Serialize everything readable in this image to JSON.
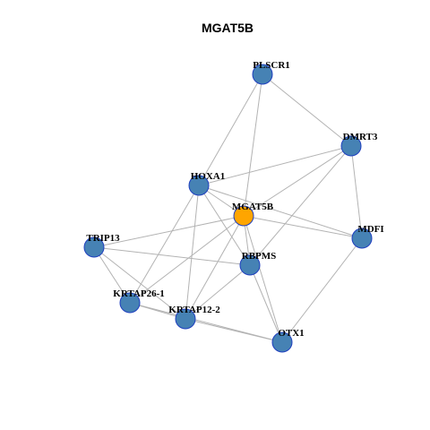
{
  "title": "MGAT5B",
  "colors": {
    "hub_node": "#ffa500",
    "node": "#4682b4",
    "node_border": "#1f3fbf",
    "edge": "#b3b3b3"
  },
  "nodes": [
    {
      "id": "PLSCR1",
      "label": "PLSCR1",
      "hub": false
    },
    {
      "id": "DMRT3",
      "label": "DMRT3",
      "hub": false
    },
    {
      "id": "HOXA1",
      "label": "HOXA1",
      "hub": false
    },
    {
      "id": "MGAT5B",
      "label": "MGAT5B",
      "hub": true
    },
    {
      "id": "MDFI",
      "label": "MDFI",
      "hub": false
    },
    {
      "id": "TRIP13",
      "label": "TRIP13",
      "hub": false
    },
    {
      "id": "RBPMS",
      "label": "RBPMS",
      "hub": false
    },
    {
      "id": "KRTAP26-1",
      "label": "KRTAP26-1",
      "hub": false
    },
    {
      "id": "KRTAP12-2",
      "label": "KRTAP12-2",
      "hub": false
    },
    {
      "id": "OTX1",
      "label": "OTX1",
      "hub": false
    }
  ],
  "edges": [
    [
      "PLSCR1",
      "DMRT3"
    ],
    [
      "PLSCR1",
      "HOXA1"
    ],
    [
      "PLSCR1",
      "MGAT5B"
    ],
    [
      "DMRT3",
      "MGAT5B"
    ],
    [
      "DMRT3",
      "MDFI"
    ],
    [
      "DMRT3",
      "RBPMS"
    ],
    [
      "DMRT3",
      "HOXA1"
    ],
    [
      "HOXA1",
      "MGAT5B"
    ],
    [
      "HOXA1",
      "MDFI"
    ],
    [
      "HOXA1",
      "RBPMS"
    ],
    [
      "HOXA1",
      "KRTAP26-1"
    ],
    [
      "HOXA1",
      "KRTAP12-2"
    ],
    [
      "MGAT5B",
      "MDFI"
    ],
    [
      "MGAT5B",
      "TRIP13"
    ],
    [
      "MGAT5B",
      "RBPMS"
    ],
    [
      "MGAT5B",
      "KRTAP26-1"
    ],
    [
      "MGAT5B",
      "KRTAP12-2"
    ],
    [
      "MGAT5B",
      "OTX1"
    ],
    [
      "MDFI",
      "OTX1"
    ],
    [
      "TRIP13",
      "RBPMS"
    ],
    [
      "TRIP13",
      "KRTAP26-1"
    ],
    [
      "TRIP13",
      "KRTAP12-2"
    ],
    [
      "RBPMS",
      "KRTAP12-2"
    ],
    [
      "RBPMS",
      "OTX1"
    ],
    [
      "KRTAP26-1",
      "KRTAP12-2"
    ],
    [
      "KRTAP26-1",
      "OTX1"
    ],
    [
      "KRTAP12-2",
      "OTX1"
    ]
  ]
}
